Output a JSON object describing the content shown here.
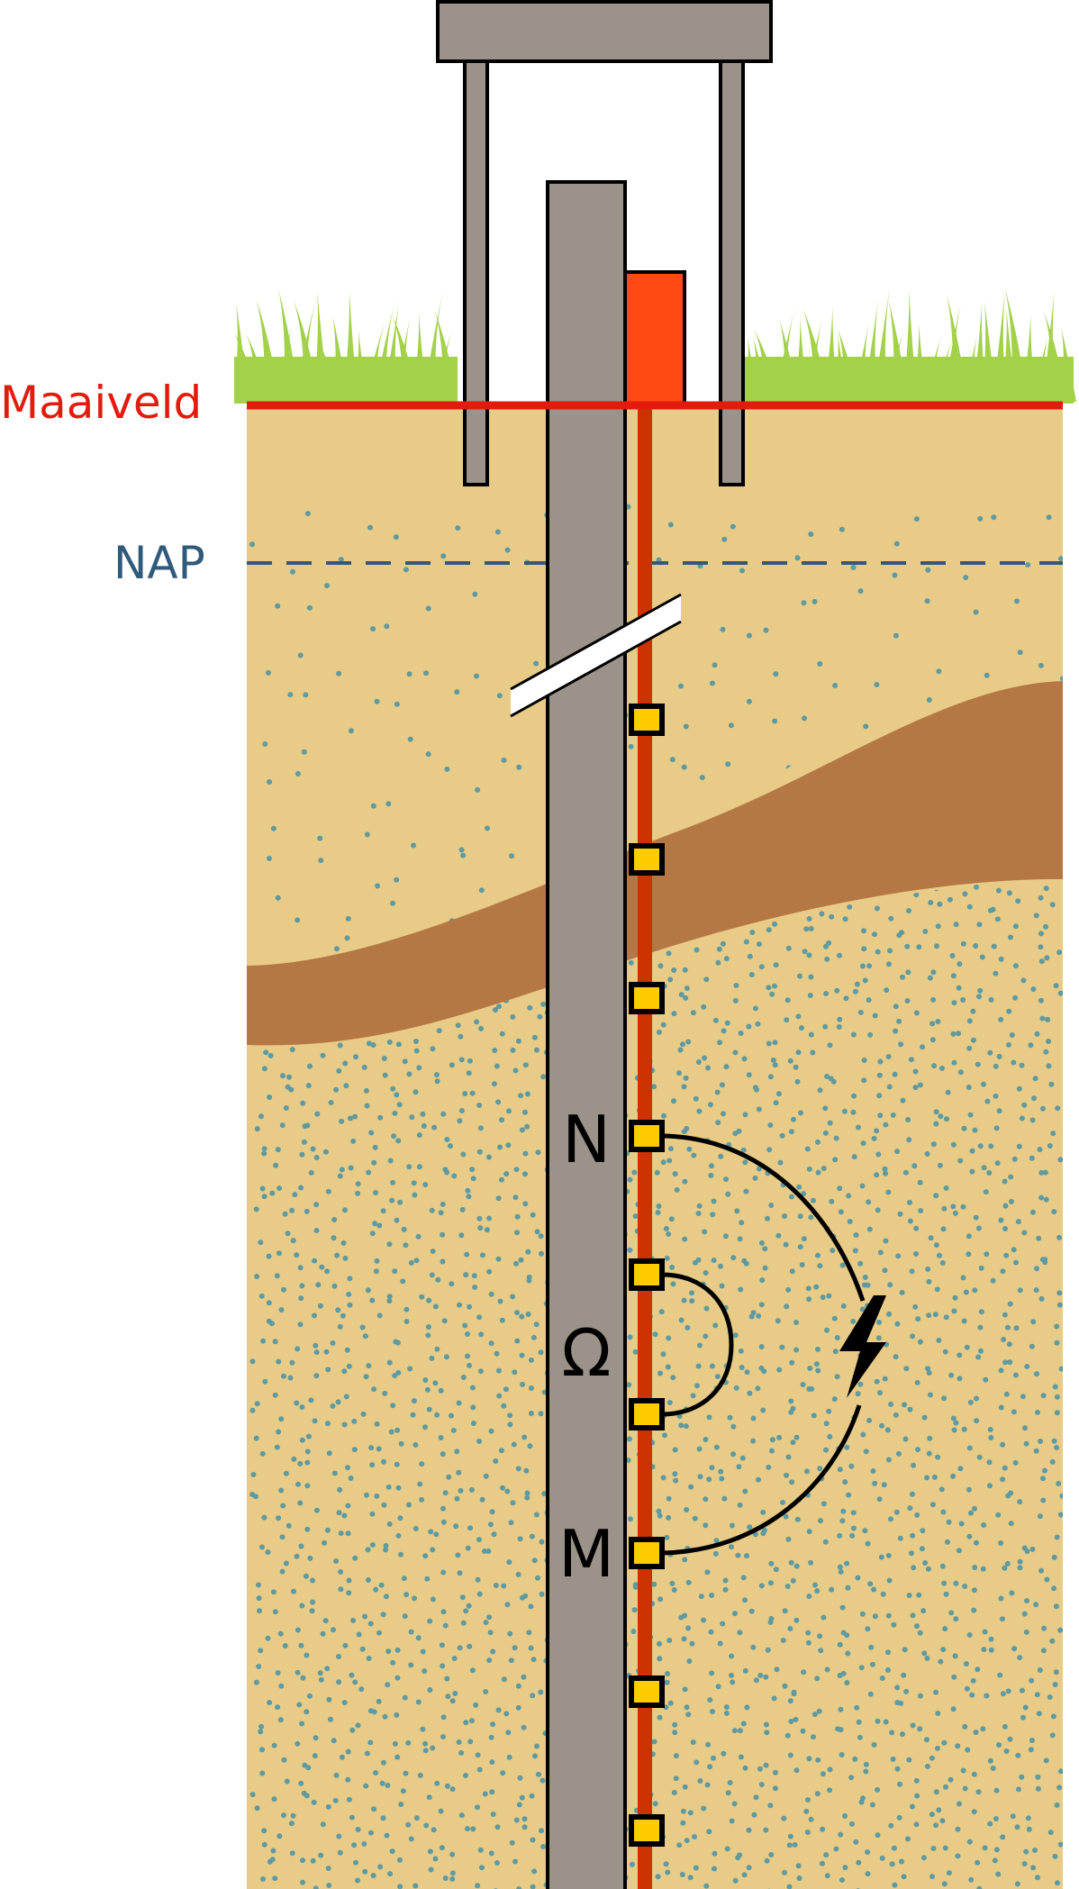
{
  "labels": {
    "ground_level": "Maaiveld",
    "nap": "NAP",
    "letter_n": "N",
    "letter_omega": "Ω",
    "letter_m": "M"
  },
  "colors": {
    "background": "#ffffff",
    "sand_light": "#e8cb87",
    "clay_layer": "#b57845",
    "dots": "#5f9aa0",
    "grass": "#a3d14a",
    "ground_line": "#e31b0f",
    "nap_line": "#2f5a7a",
    "steel_grey": "#9b928a",
    "cable_red": "#cc3300",
    "cap_orange": "#ff4a14",
    "electrode_yellow": "#ffcc00",
    "outline": "#000000"
  },
  "icons": {
    "discharge": "lightning-bolt-icon",
    "grass": "grass-tufts"
  },
  "electrodes": {
    "count": 9
  }
}
